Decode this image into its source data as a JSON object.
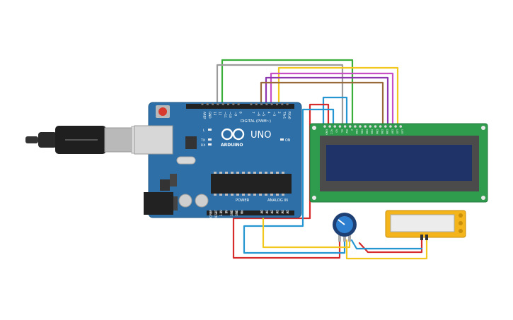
{
  "board": {
    "brand": "ARDUINO",
    "model": "UNO",
    "digital_label": "DIGITAL (PWM~)",
    "power_label": "POWER",
    "analog_label": "ANALOG IN",
    "on_label": "ON",
    "l_label": "L",
    "tx_label": "TX",
    "rx_label": "RX",
    "header_top_left": [
      "AREF",
      "GND",
      "13",
      "12",
      "~11",
      "~10",
      "~9",
      "8"
    ],
    "header_top_right": [
      "7",
      "~6",
      "~5",
      "4",
      "~3",
      "2",
      "TX▸1",
      "RX◂0"
    ],
    "header_power": [
      "IOREF",
      "RESET",
      "3.3V",
      "5V",
      "GND",
      "GND",
      "Vin"
    ],
    "header_analog": [
      "A0",
      "A1",
      "A2",
      "A3",
      "A4",
      "A5"
    ]
  },
  "lcd": {
    "pins": [
      "GND",
      "VCC",
      "V0",
      "RS",
      "RW",
      "E",
      "DB0",
      "DB1",
      "DB2",
      "DB3",
      "DB4",
      "DB5",
      "DB6",
      "DB7",
      "LED",
      "LED"
    ]
  },
  "colors": {
    "board": "#2d6fa6",
    "lcd_pcb": "#2e9b4d",
    "lcd_screen": "#1f3369",
    "sensor": "#f3b51b",
    "wire_red": "#d52b2b",
    "wire_blue": "#2596d2",
    "wire_yellow": "#f2c81f",
    "wire_green": "#3aae3a",
    "wire_gray": "#9c9c9c",
    "wire_purple": "#8e36b0",
    "wire_brown": "#9b6a3a",
    "wire_pink": "#c64fc6"
  },
  "icons": [
    "usb-cable-icon",
    "potentiometer-icon",
    "temperature-sensor-icon"
  ]
}
